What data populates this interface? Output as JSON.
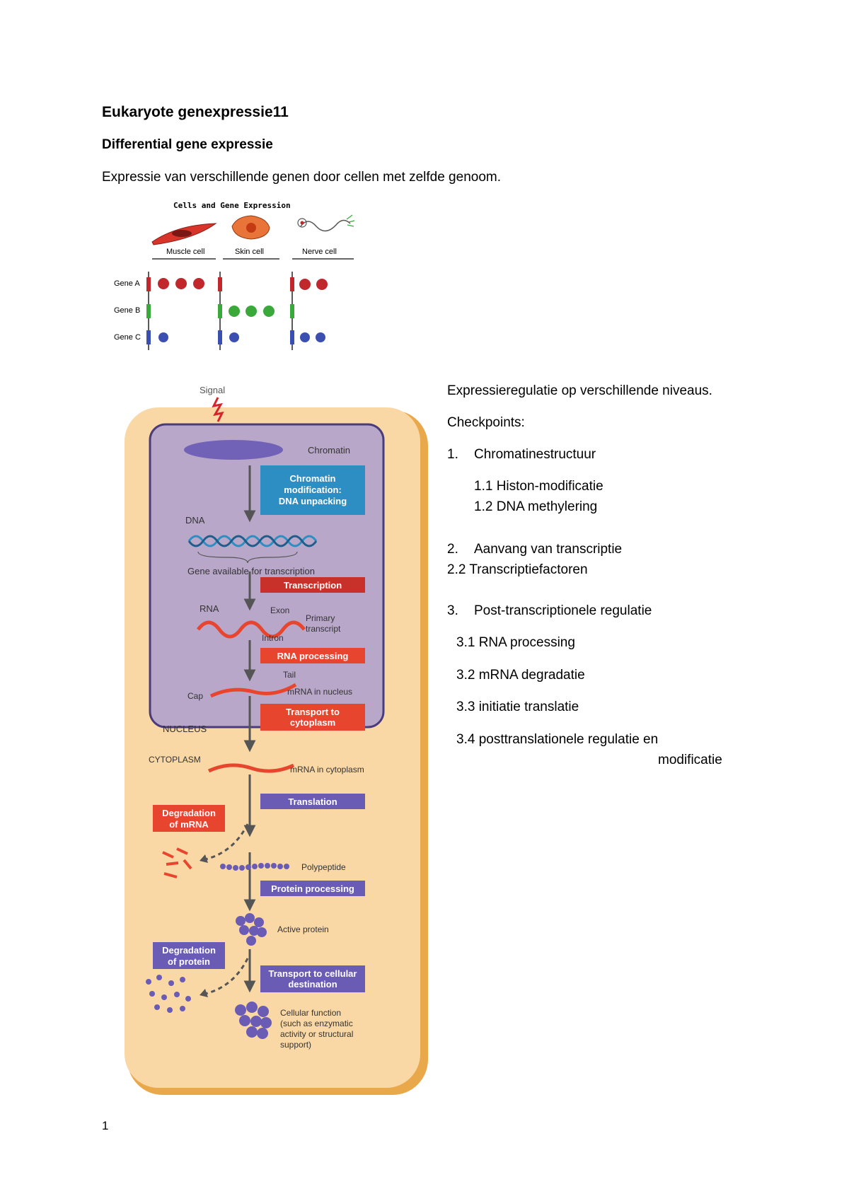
{
  "doc": {
    "title": "Eukaryote genexpressie11",
    "subtitle": "Differential gene expressie",
    "intro": "Expressie van verschillende genen door cellen met zelfde genoom.",
    "page_number": "1"
  },
  "figure1": {
    "title": "Cells and Gene Expression",
    "cells": [
      "Muscle cell",
      "Skin cell",
      "Nerve cell"
    ],
    "genes": [
      "Gene A",
      "Gene B",
      "Gene C"
    ],
    "colors": {
      "gene_a": "#c0282c",
      "gene_b": "#3aa83a",
      "gene_c": "#3b4fb0"
    }
  },
  "figure2": {
    "signal": "Signal",
    "chromatin": "Chromatin",
    "chromatin_mod_1": "Chromatin",
    "chromatin_mod_2": "modification:",
    "chromatin_mod_3": "DNA unpacking",
    "dna": "DNA",
    "gene_available": "Gene available for transcription",
    "transcription": "Transcription",
    "rna": "RNA",
    "exon": "Exon",
    "primary_1": "Primary",
    "primary_2": "transcript",
    "intron": "Intron",
    "rna_processing": "RNA processing",
    "tail": "Tail",
    "cap": "Cap",
    "mrna_nucleus": "mRNA in nucleus",
    "transport_cyto_1": "Transport to",
    "transport_cyto_2": "cytoplasm",
    "nucleus": "NUCLEUS",
    "cytoplasm": "CYTOPLASM",
    "mrna_cytoplasm": "mRNA in cytoplasm",
    "translation": "Translation",
    "deg_mrna_1": "Degradation",
    "deg_mrna_2": "of mRNA",
    "polypeptide": "Polypeptide",
    "protein_processing": "Protein processing",
    "active_protein": "Active protein",
    "deg_protein_1": "Degradation",
    "deg_protein_2": "of protein",
    "transport_dest_1": "Transport to cellular",
    "transport_dest_2": "destination",
    "cell_func_1": "Cellular function",
    "cell_func_2": "(such as enzymatic",
    "cell_func_3": "activity or structural",
    "cell_func_4": "support)",
    "colors": {
      "blue_box": "#2d8ec4",
      "red_box": "#c8312a",
      "orange_box": "#e8452f",
      "purple_box": "#6a5bb5",
      "cell": "#f9d8a6",
      "nucleus": "#b8a7c9"
    }
  },
  "right": {
    "line1": "Expressieregulatie op verschillende niveaus.",
    "checkpoints": "Checkpoints:",
    "i1_num": "1.",
    "i1": "Chromatinestructuur",
    "i11": "1.1  Histon-modificatie",
    "i12": "1.2  DNA methylering",
    "i2_num": "2.",
    "i2": "Aanvang van transcriptie",
    "i22": "2.2  Transcriptiefactoren",
    "i3_num": "3.",
    "i3": "Post-transcriptionele regulatie",
    "i31": "3.1 RNA processing",
    "i32": "3.2 mRNA degradatie",
    "i33": "3.3 initiatie translatie",
    "i34": "3.4 posttranslationele regulatie en",
    "i34b": "modificatie"
  }
}
